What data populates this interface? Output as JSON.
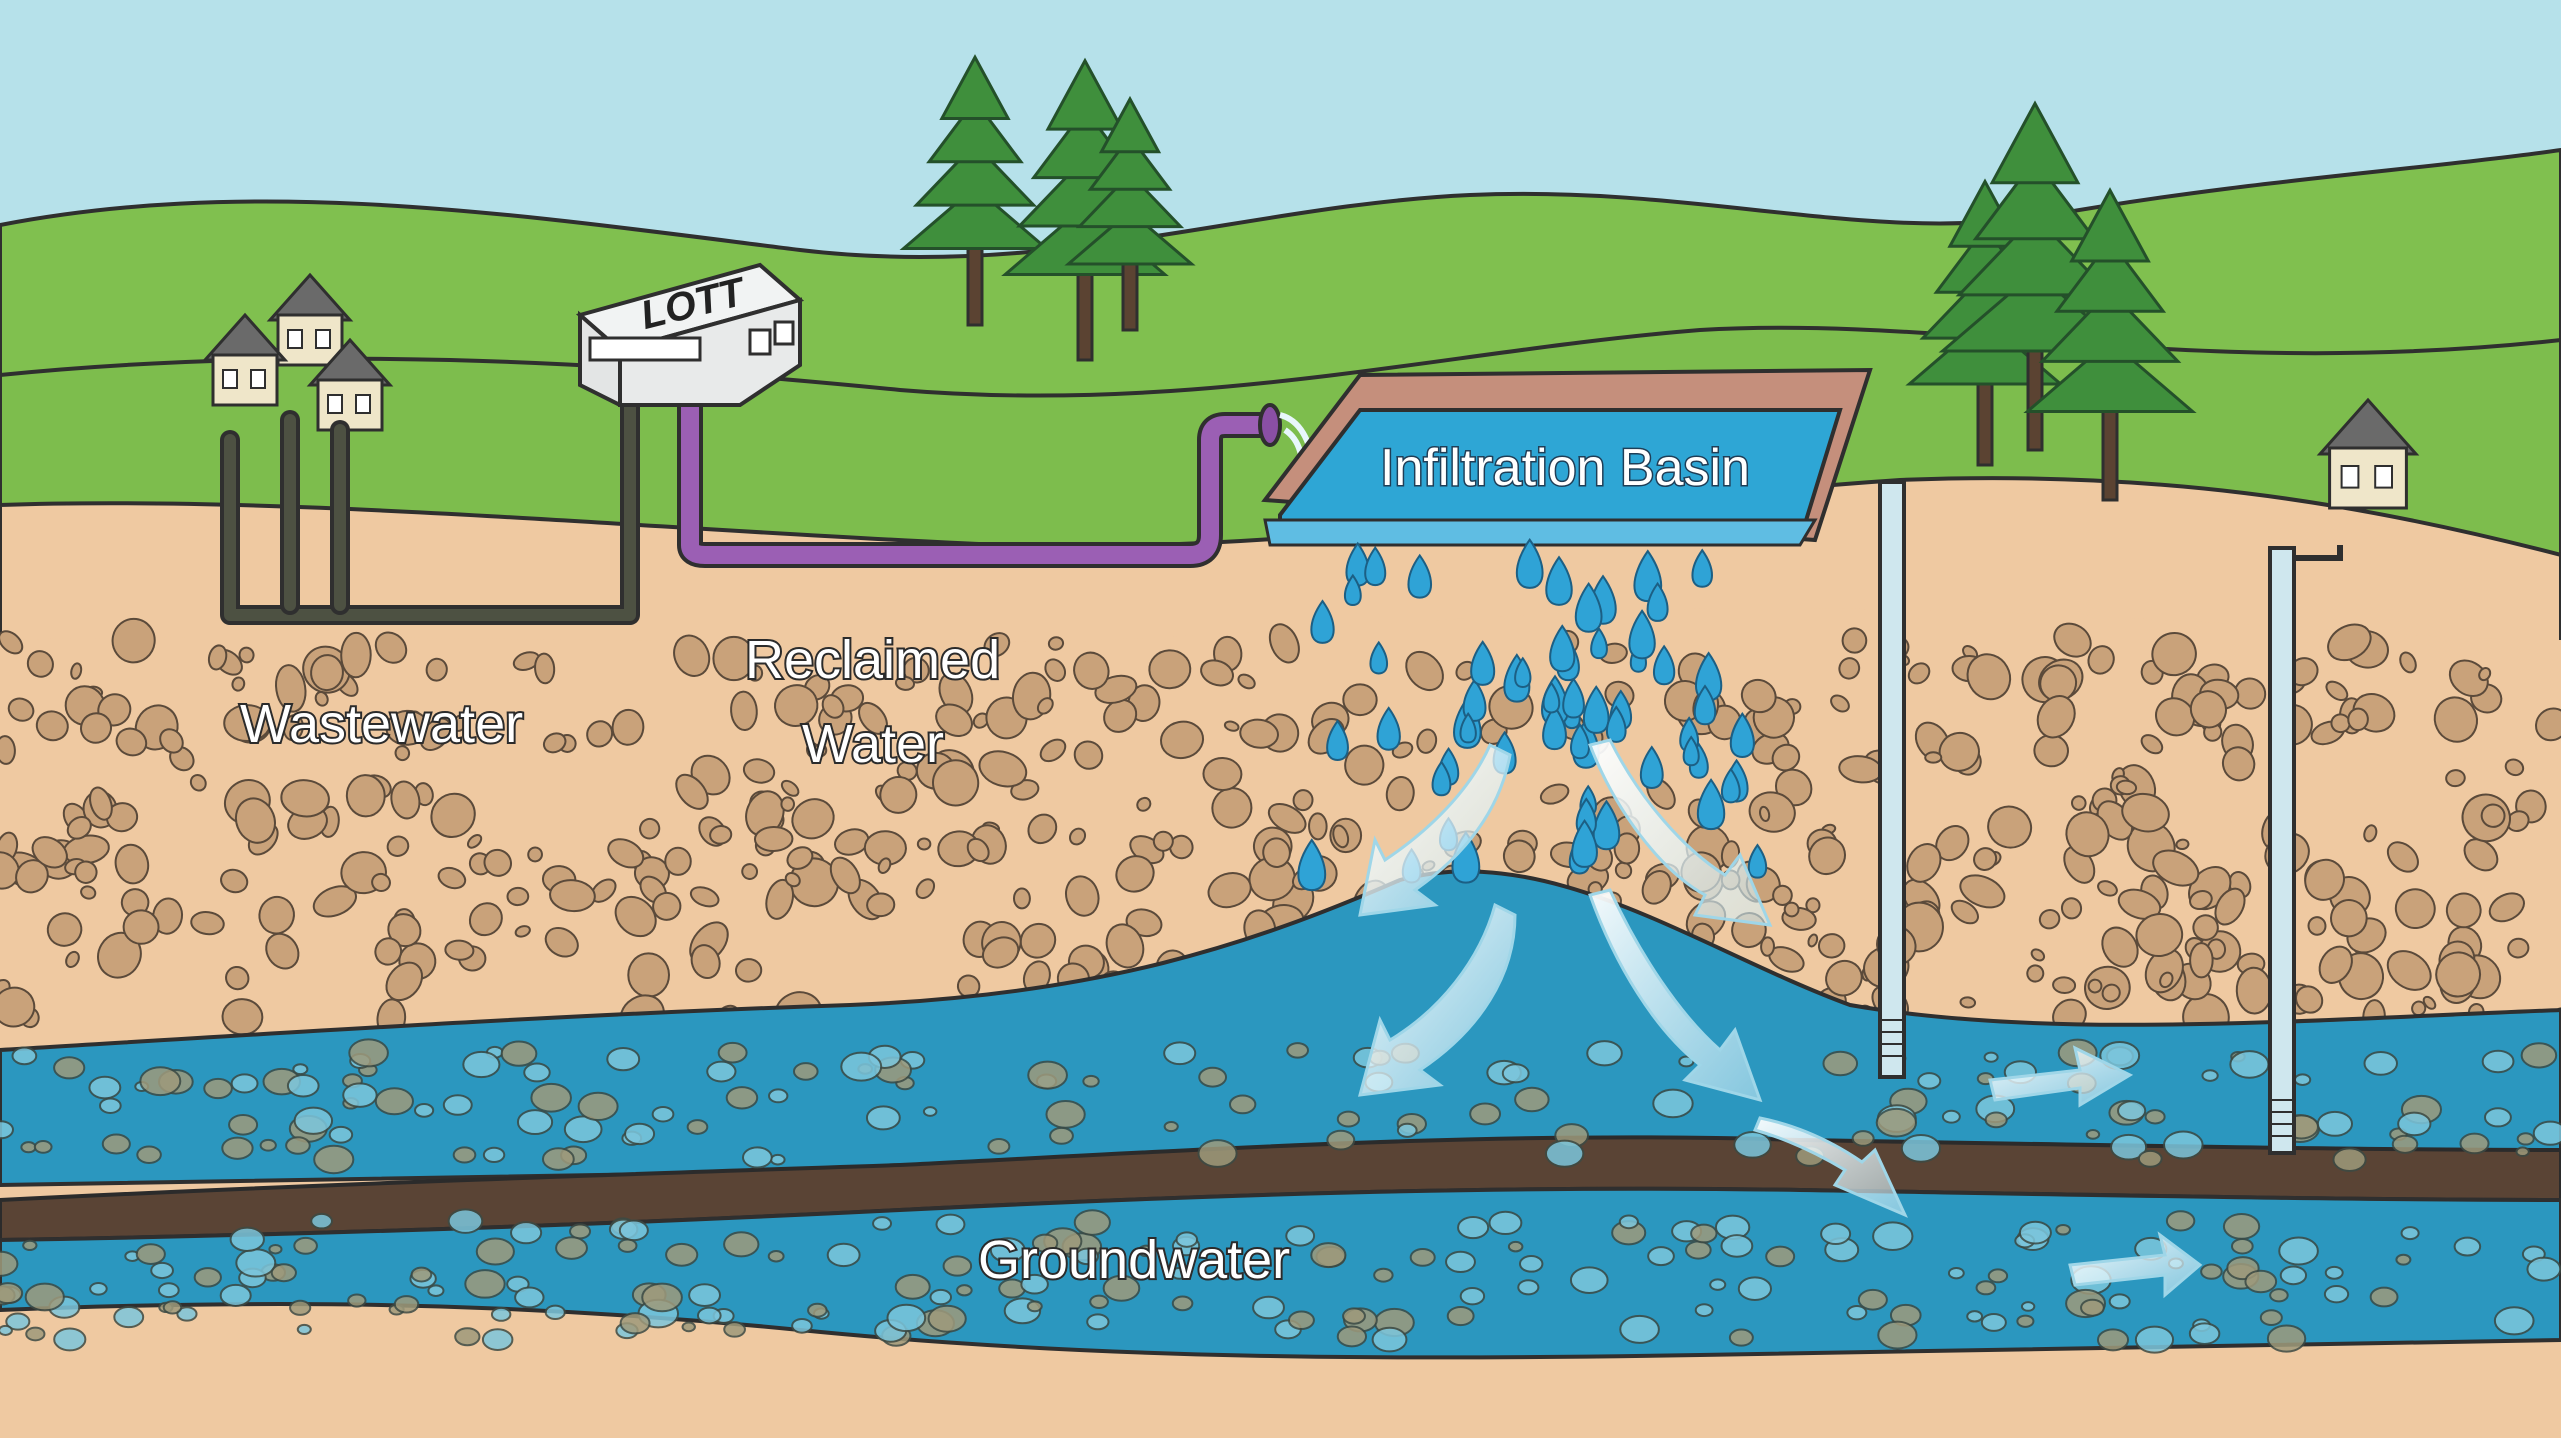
{
  "colors": {
    "sky": "#b6e1ea",
    "grass": "#7fbf4d",
    "grass_dark": "#63a63a",
    "soil": "#efc9a1",
    "rock": "#c9a27a",
    "water": "#2f9dc4",
    "bedrock": "#5a4435",
    "reclaimed_pipe": "#9b5fb4",
    "wastewater_pipe": "#4d5142",
    "basin_edge": "#c58f7c"
  },
  "facility": {
    "sign": "LOTT"
  },
  "labels": {
    "wastewater": "Wastewater",
    "reclaimed_line1": "Reclaimed",
    "reclaimed_line2": "Water",
    "basin": "Infiltration Basin",
    "groundwater": "Groundwater"
  }
}
